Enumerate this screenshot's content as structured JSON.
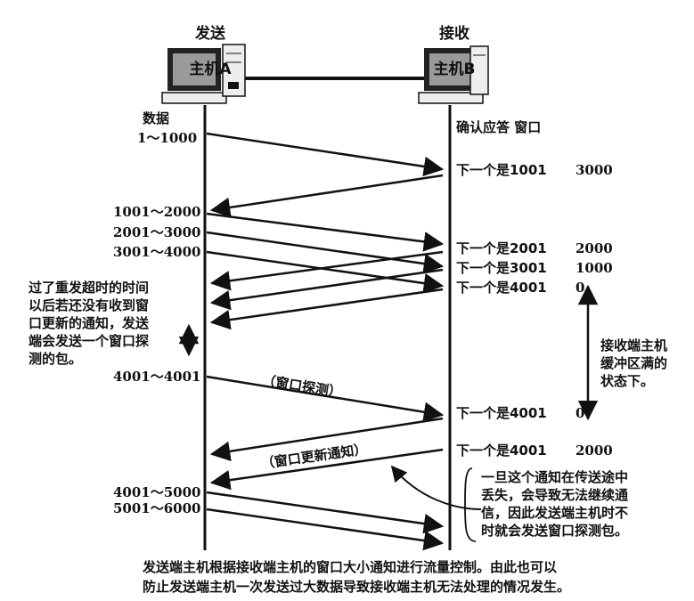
{
  "host_a": {
    "title_line1": "发送",
    "title_line2": "主机A"
  },
  "host_b": {
    "title_line1": "接收",
    "title_line2": "主机B"
  },
  "left_header": "数据",
  "right_header": "确认应答 窗口",
  "left_labels": [
    "1～1000",
    "1001～2000",
    "2001～3000",
    "3001～4000",
    "4001～4001",
    "4001～5000",
    "5001～6000"
  ],
  "acks": [
    {
      "text": "下一个是1001",
      "window": "3000"
    },
    {
      "text": "下一个是2001",
      "window": "2000"
    },
    {
      "text": "下一个是3001",
      "window": "1000"
    },
    {
      "text": "下一个是4001",
      "window": "0"
    },
    {
      "text": "下一个是4001",
      "window": "0"
    },
    {
      "text": "下一个是4001",
      "window": "2000"
    }
  ],
  "probe_label": "（窗口探测）",
  "update_label": "（窗口更新通知）",
  "timeout_note": [
    "过了重发超时的时间",
    "以后若还没有收到窗",
    "口更新的通知，发送",
    "端会发送一个窗口探",
    "测的包。"
  ],
  "buffer_note": [
    "接收端主机",
    "缓冲区满的",
    "状态下。"
  ],
  "loss_note": [
    "一旦这个通知在传送途中",
    "丢失，会导致无法继续通",
    "信，因此发送端主机时不",
    "时就会发送窗口探测包。"
  ],
  "caption": [
    "发送端主机根据接收端主机的窗口大小通知进行流量控制。由此也可以",
    "防止发送端主机一次发送过大数据导致接收端主机无法处理的情况发生。"
  ]
}
